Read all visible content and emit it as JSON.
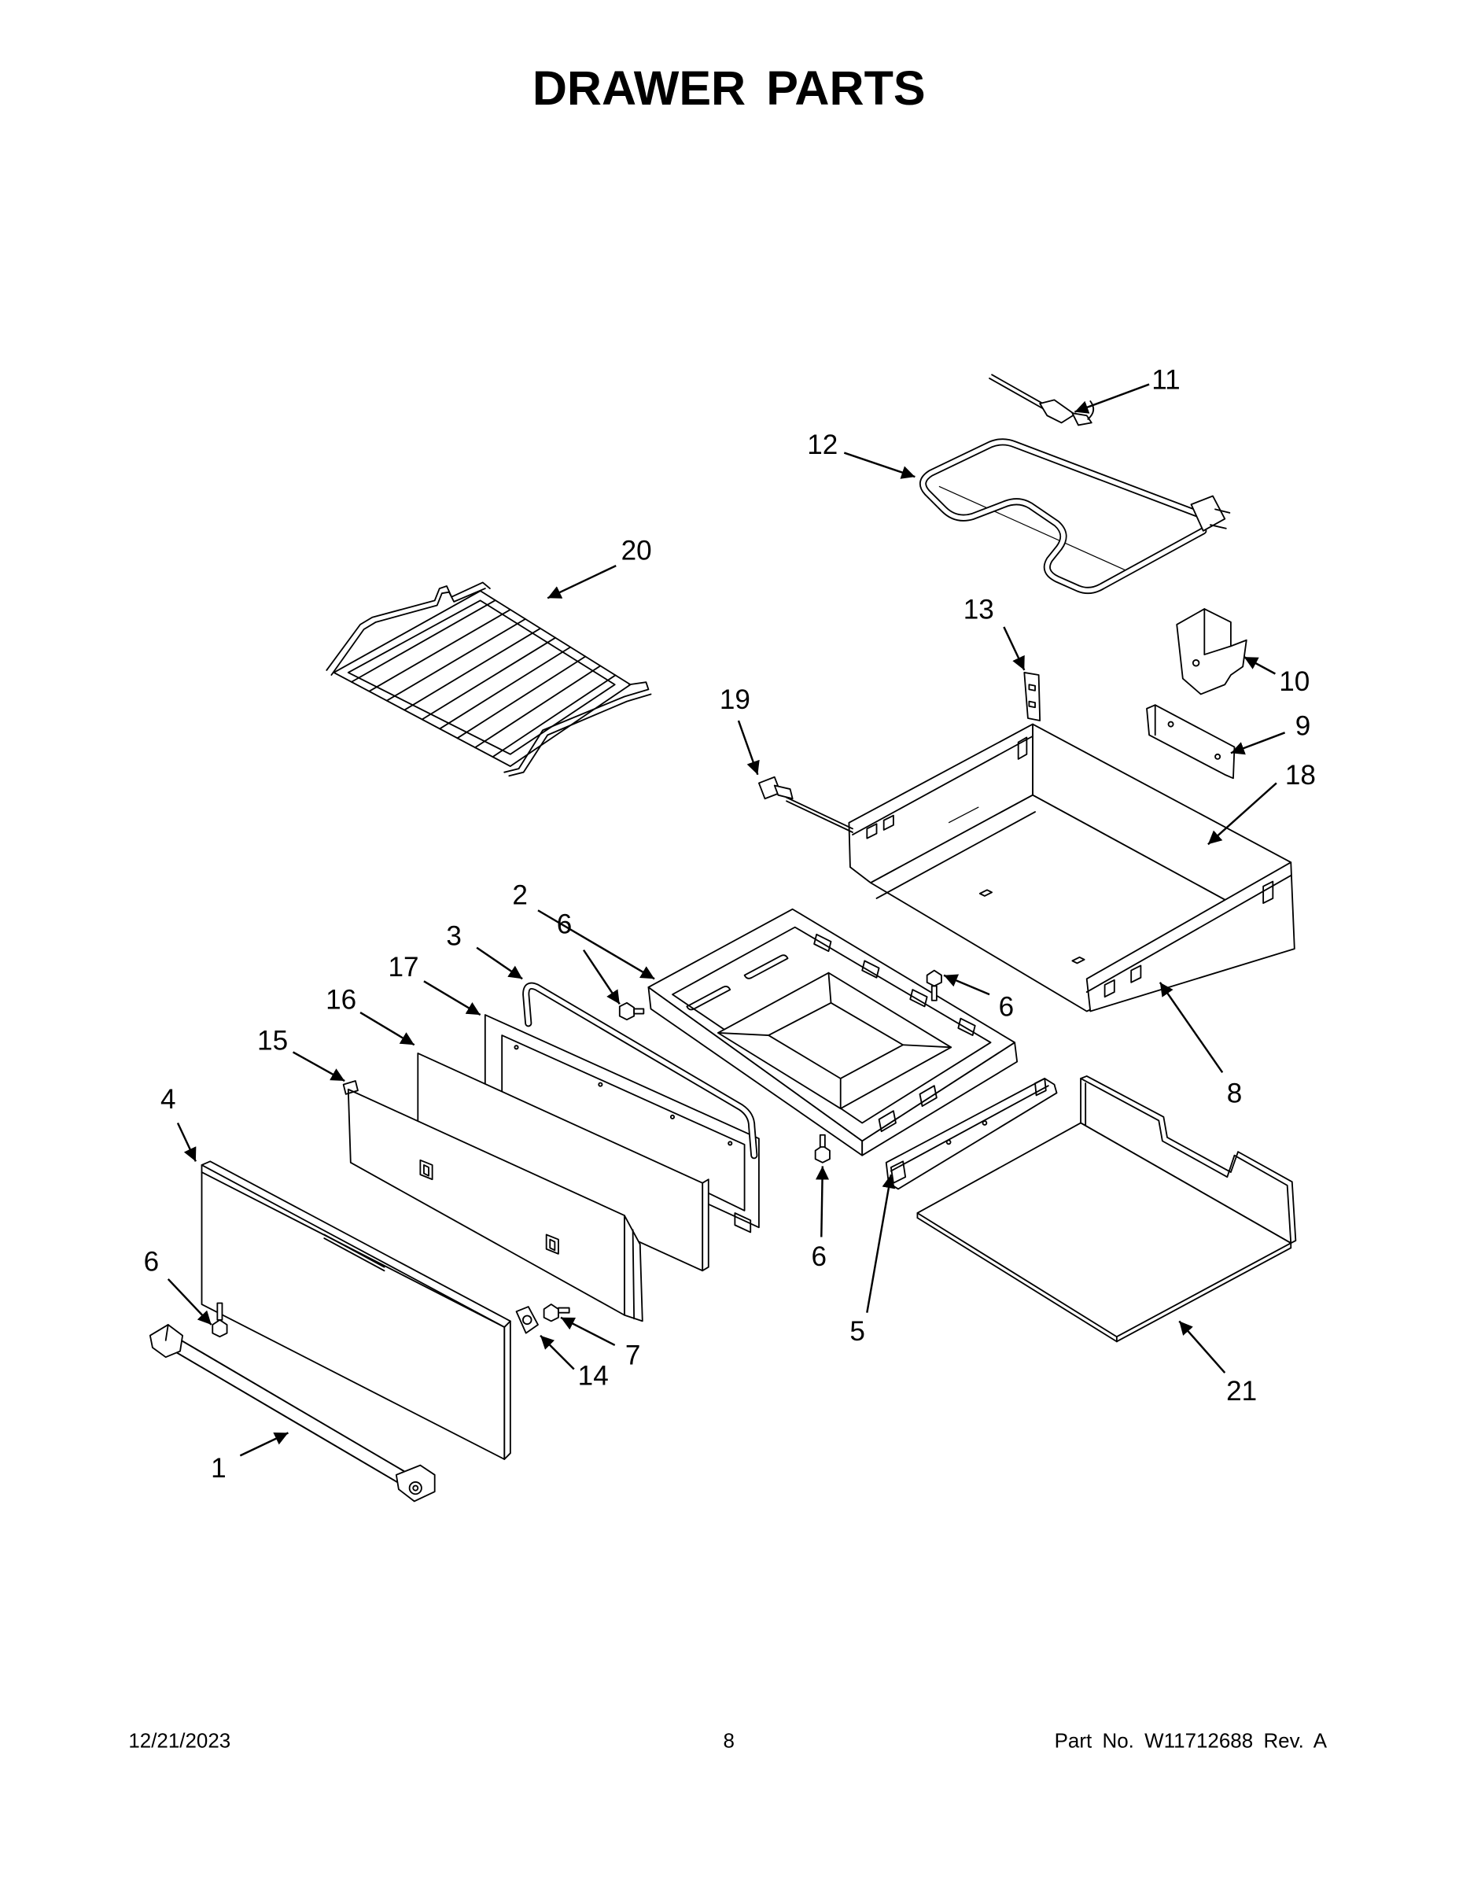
{
  "title": "DRAWER PARTS",
  "callouts": [
    "11",
    "12",
    "20",
    "13",
    "10",
    "19",
    "9",
    "18",
    "2",
    "3",
    "6",
    "17",
    "6",
    "16",
    "15",
    "8",
    "4",
    "6",
    "6",
    "5",
    "7",
    "14",
    "21",
    "1"
  ],
  "footer": {
    "date": "12/21/2023",
    "page": "8",
    "part_number": "Part No. W11712688 Rev. A"
  }
}
